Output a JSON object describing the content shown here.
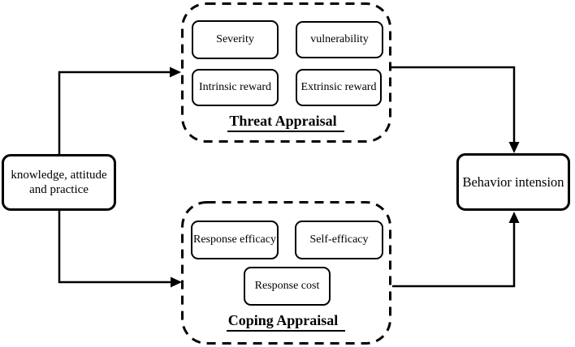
{
  "diagram": {
    "background_color": "#ffffff",
    "line_color": "#000000",
    "nodes": {
      "kap_label": "knowledge, attitude and practice",
      "behavior_label": "Behavior intension"
    },
    "threat": {
      "title": "Threat Appraisal",
      "boxes": [
        "Severity",
        "vulnerability",
        "Intrinsic reward",
        "Extrinsic reward"
      ]
    },
    "coping": {
      "title": "Coping Appraisal",
      "boxes": [
        "Response efficacy",
        "Self-efficacy",
        "Response cost"
      ]
    }
  }
}
